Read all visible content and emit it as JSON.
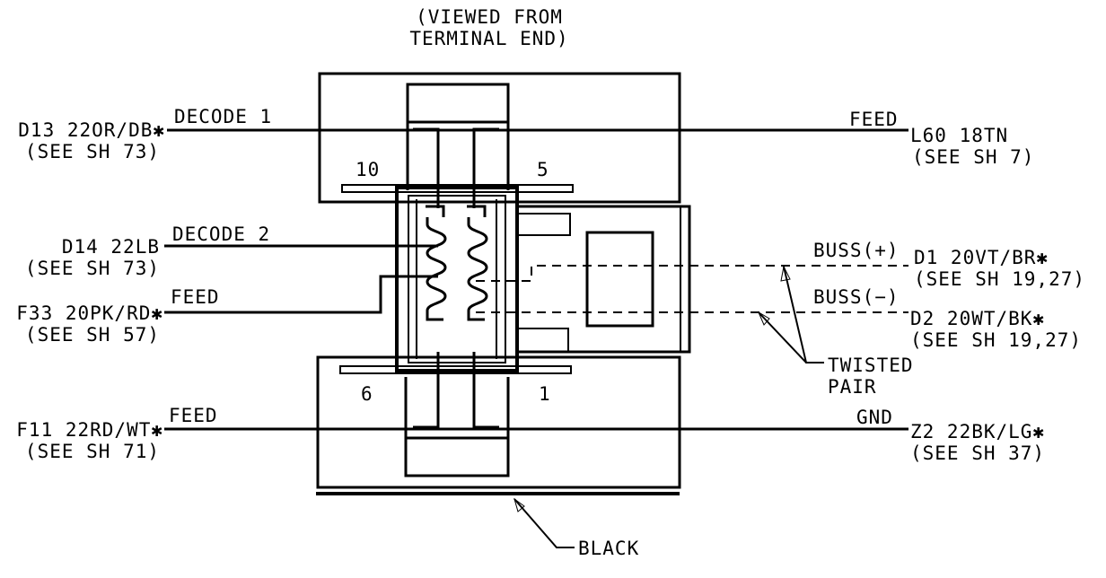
{
  "header": {
    "line1": "(VIEWED FROM",
    "line2": "TERMINAL END)"
  },
  "pins": {
    "p10": "10",
    "p5": "5",
    "p6": "6",
    "p1": "1"
  },
  "left": {
    "d13": {
      "circuit": "D13 22OR/DB✱",
      "ref": "(SEE SH 73)",
      "func": "DECODE 1"
    },
    "d14": {
      "circuit": "D14 22LB",
      "ref": "(SEE SH 73)",
      "func": "DECODE 2"
    },
    "f33": {
      "circuit": "F33 20PK/RD✱",
      "ref": "(SEE SH 57)",
      "func": "FEED"
    },
    "f11": {
      "circuit": "F11 22RD/WT✱",
      "ref": "(SEE SH 71)",
      "func": "FEED"
    }
  },
  "right": {
    "l60": {
      "circuit": "L60 18TN",
      "ref": "(SEE SH 7)",
      "func": "FEED"
    },
    "d1": {
      "circuit": "D1 20VT/BR✱",
      "ref": "(SEE SH 19,27)",
      "func": "BUSS(+)"
    },
    "d2": {
      "circuit": "D2 20WT/BK✱",
      "ref": "(SEE SH 19,27)",
      "func": "BUSS(−)"
    },
    "z2": {
      "circuit": "Z2 22BK/LG✱",
      "ref": "(SEE SH 37)",
      "func": "GND"
    }
  },
  "notes": {
    "twisted1": "TWISTED",
    "twisted2": "PAIR",
    "black": "BLACK"
  }
}
